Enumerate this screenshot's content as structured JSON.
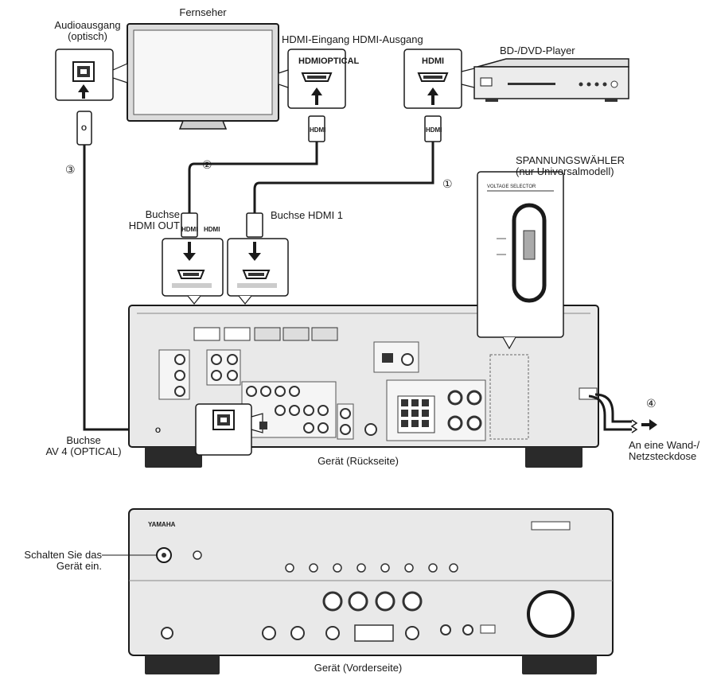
{
  "labels": {
    "tv": "Fernseher",
    "audio_out": "Audioausgang",
    "audio_out_sub": "(optisch)",
    "hdmi_in_out": "HDMI-Eingang HDMI-Ausgang",
    "bd_player": "BD-/DVD-Player",
    "tv_port_hdmi": "HDMI",
    "tv_port_optical": "OPTICAL",
    "player_port_hdmi": "HDMI",
    "voltage_selector": "SPANNUNGSWÄHLER",
    "voltage_selector_sub": "(nur Universalmodell)",
    "jack_hdmi_out_1": "Buchse",
    "jack_hdmi_out_2": "HDMI OUT",
    "jack_hdmi1": "Buchse HDMI 1",
    "jack_av4_1": "Buchse",
    "jack_av4_2": "AV 4 (OPTICAL)",
    "wall_outlet_1": "An eine Wand-/",
    "wall_outlet_2": "Netzsteckdose",
    "rear_caption": "Gerät (Rückseite)",
    "front_caption": "Gerät (Vorderseite)",
    "power_on_1": "Schalten Sie das",
    "power_on_2": "Gerät ein.",
    "plug_hdmi_a": "HDMI",
    "plug_hdmi_b": "HDMI",
    "plug_hdmi_left": "HDMI",
    "plug_hdmi_right": "HDMI",
    "plug_optical_top": "O",
    "plug_optical_left": "O",
    "brand": "YAMAHA",
    "voltage_panel_title": "VOLTAGE SELECTOR"
  },
  "steps": {
    "s1": "①",
    "s2": "②",
    "s3": "③",
    "s4": "④"
  },
  "colors": {
    "line": "#1a1a1a",
    "device_fill": "#e9e9e9",
    "panel_fill": "#f4f4f4",
    "callout_fill": "#ffffff"
  }
}
